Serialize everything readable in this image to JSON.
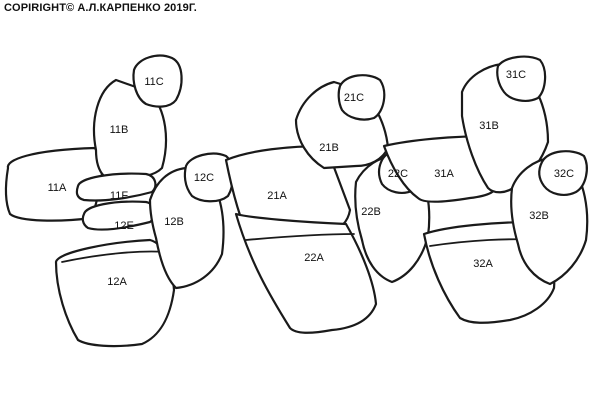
{
  "copyright": "COPIRIGHT© А.Л.КАРПЕНКО 2019Г.",
  "labels": {
    "l11C": "11C",
    "l11B": "11B",
    "l11A": "11A",
    "l11F": "11F",
    "l12E": "12E",
    "l12A": "12A",
    "l12B": "12B",
    "l12C": "12C",
    "l21A": "21A",
    "l22A": "22A",
    "l21B": "21B",
    "l21C": "21C",
    "l22B": "22B",
    "l22C": "22C",
    "l31A": "31A",
    "l31B": "31B",
    "l31C": "31C",
    "l32A": "32A",
    "l32B": "32B",
    "l32C": "32C"
  },
  "colors": {
    "line": "#1a1a1a",
    "background": "#ffffff"
  }
}
